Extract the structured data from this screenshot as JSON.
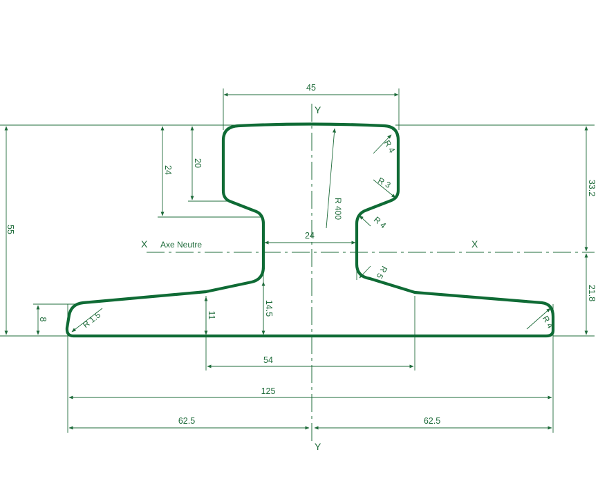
{
  "diagram": {
    "colors": {
      "profile": "#0f6b35",
      "dimension": "#1e6b3a",
      "background": "#ffffff"
    },
    "axes": {
      "y_top": "Y",
      "y_bottom": "Y",
      "x_left": "X",
      "x_right": "X",
      "neutral_axis_label": "Axe Neutre"
    },
    "dimensions": {
      "head_width": "45",
      "overall_height": "55",
      "head_depth_24": "24",
      "head_depth_20": "20",
      "web_width": "24",
      "upper_to_axis": "33.2",
      "lower_to_axis": "21.8",
      "base_edge": "8",
      "foot_11": "11",
      "foot_14_5": "14.5",
      "foot_span": "54",
      "base_width": "125",
      "half_left": "62.5",
      "half_right": "62.5"
    },
    "radii": {
      "head_corner": "R 4",
      "head_underside": "R 3",
      "web_top": "R 4",
      "web_bottom": "R 5",
      "crown": "R 400",
      "foot_left": "R 1.5",
      "foot_right": "R 4"
    }
  }
}
